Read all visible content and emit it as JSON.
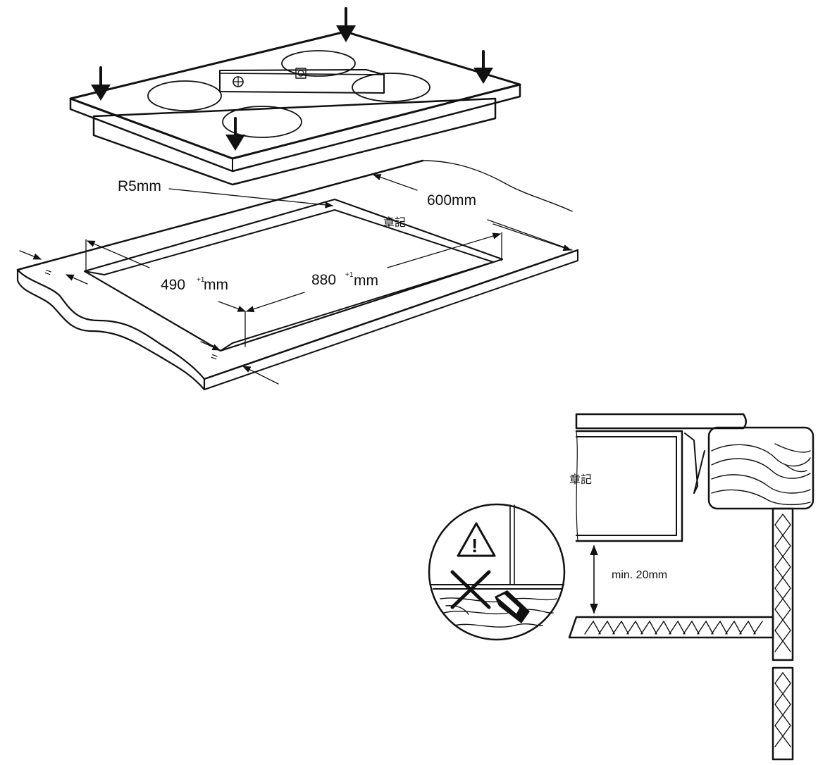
{
  "labels": {
    "radius": "R5mm",
    "depth": "600mm",
    "width_value": "490",
    "width_tol": "+1",
    "width_unit": "mm",
    "length_value": "880",
    "length_tol": "+1",
    "length_unit": "mm",
    "equal_left": "=",
    "equal_bottom": "=",
    "mark_top": "章記",
    "mark_side": "章記",
    "gap": "min. 20mm",
    "warning_symbol": "!"
  },
  "icons": [
    "down-arrow-icon",
    "spirit-level-icon",
    "warning-triangle-icon",
    "prohibited-x-icon"
  ]
}
